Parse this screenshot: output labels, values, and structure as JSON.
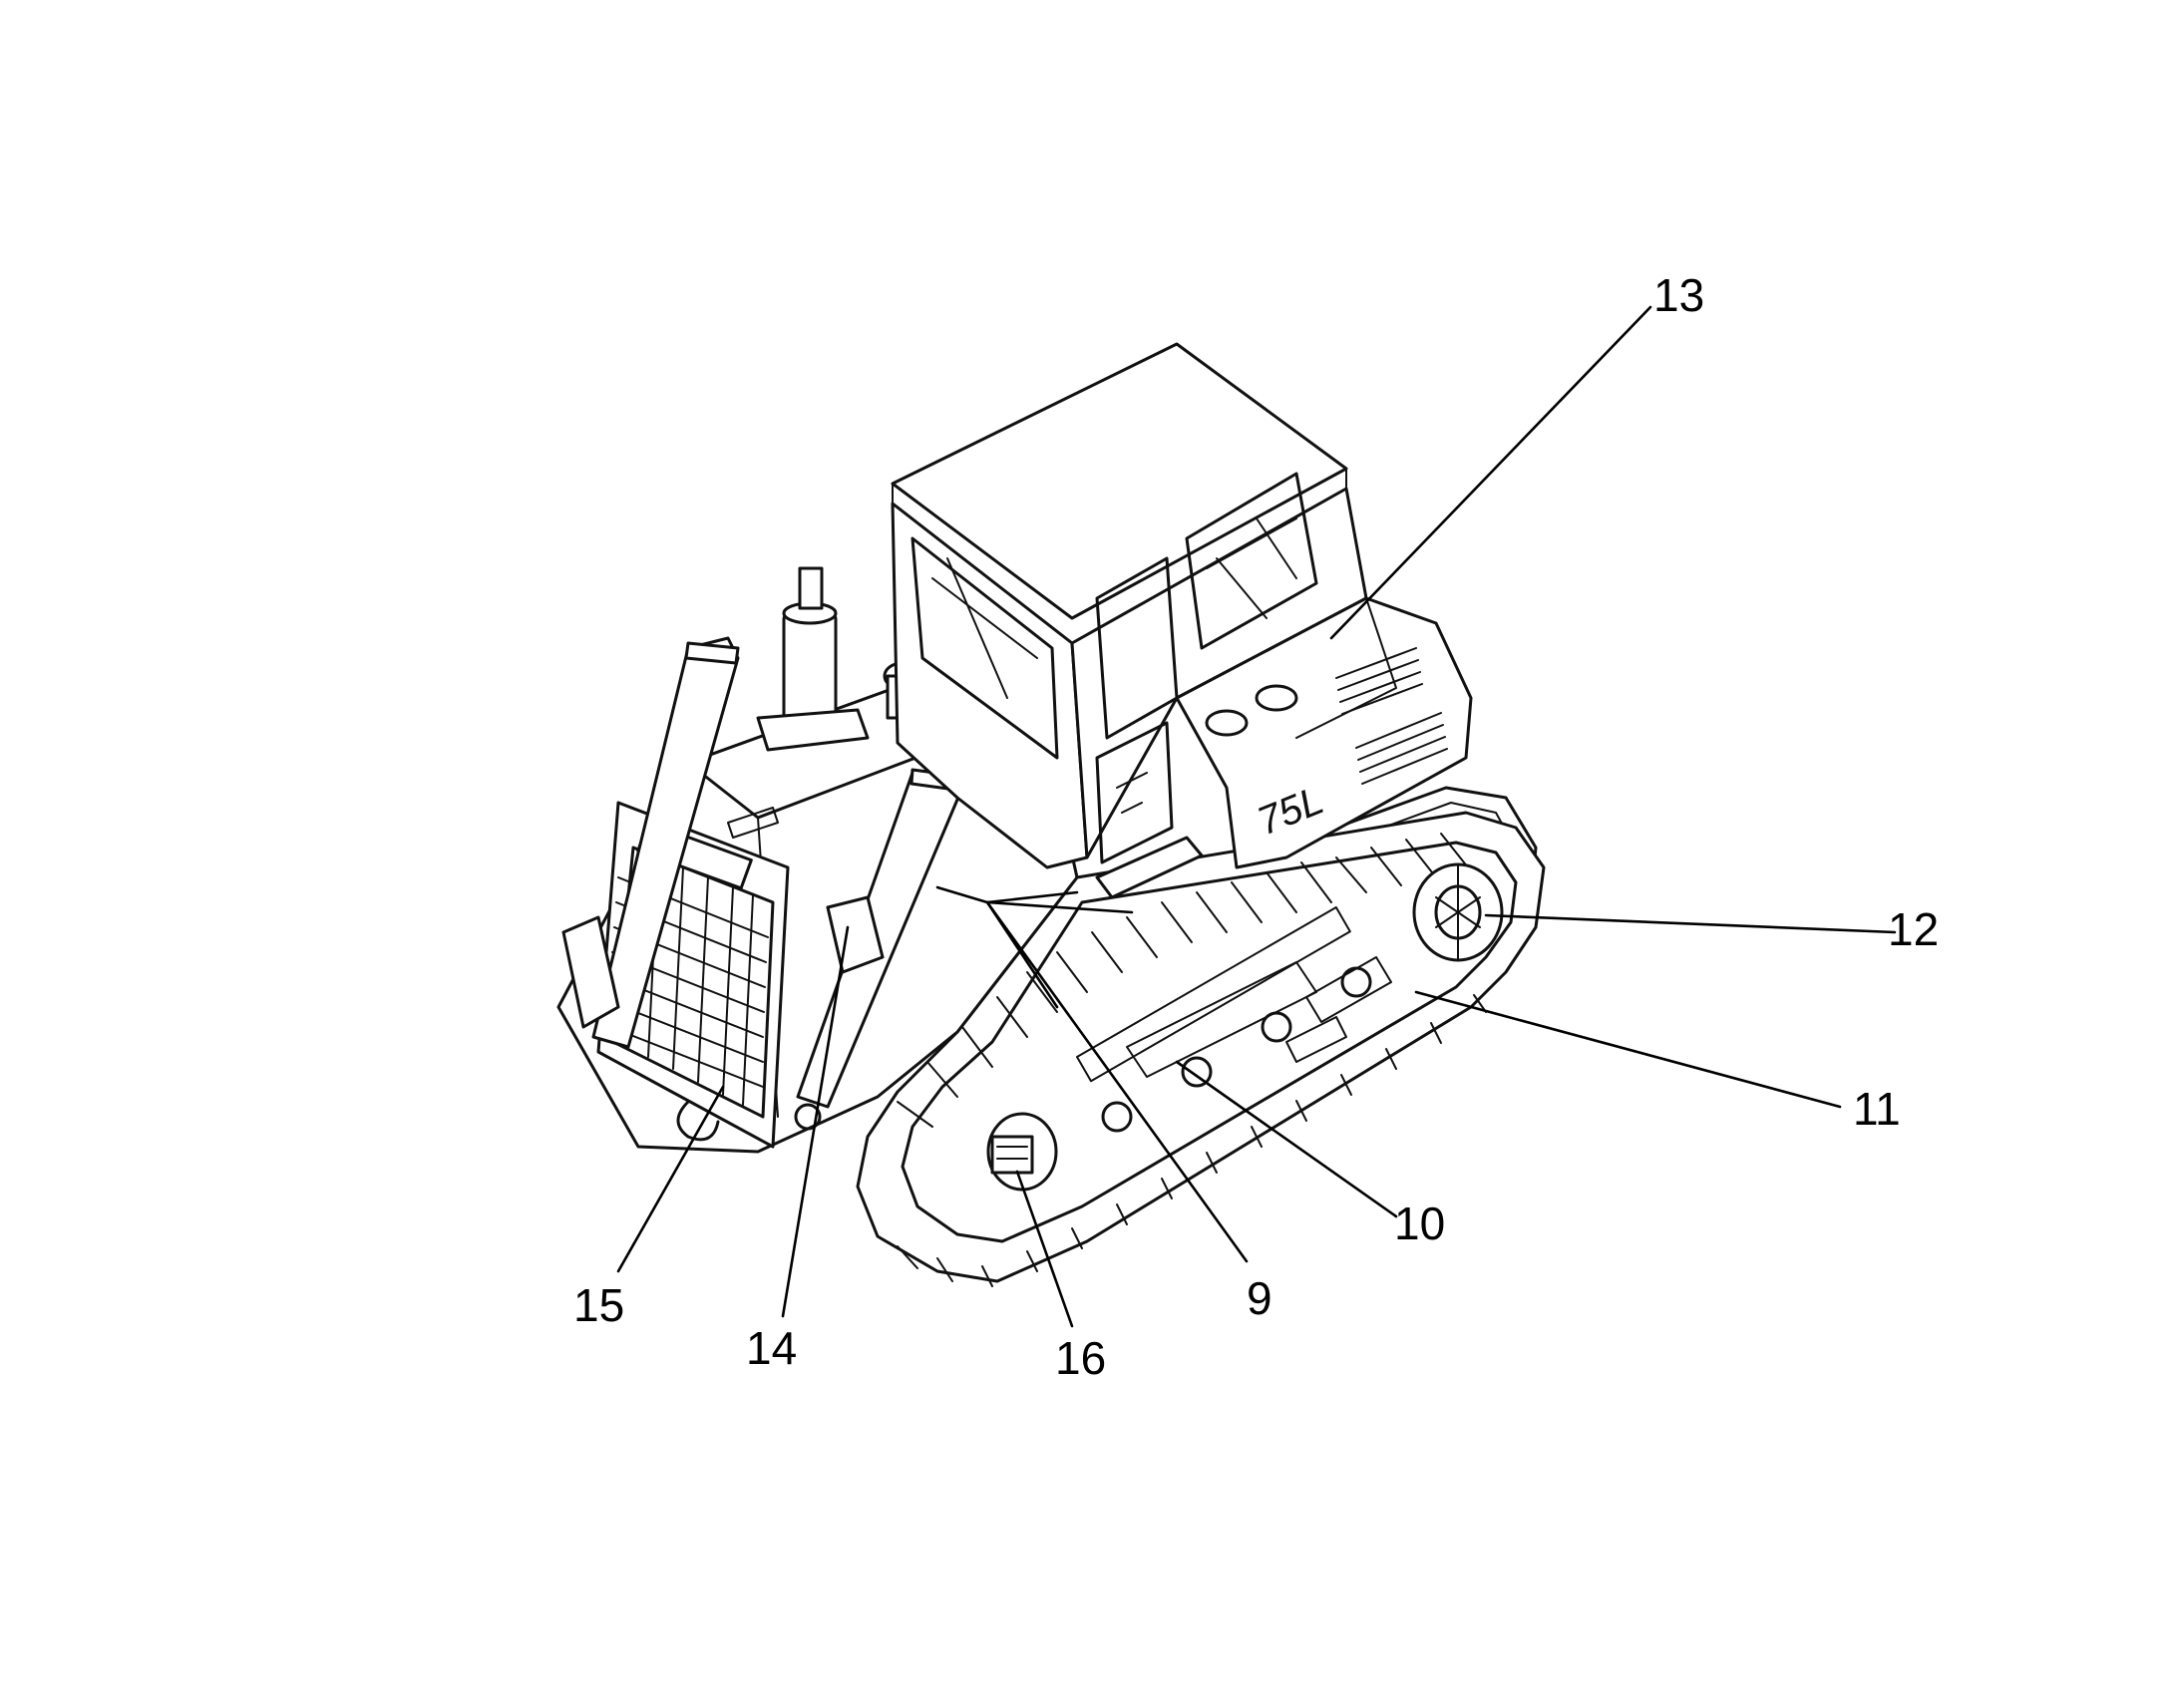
{
  "figure": {
    "subject": "crawler-dozer-isometric",
    "callouts": [
      {
        "id": "c9",
        "label": "9"
      },
      {
        "id": "c10",
        "label": "10"
      },
      {
        "id": "c11",
        "label": "11"
      },
      {
        "id": "c12",
        "label": "12"
      },
      {
        "id": "c13",
        "label": "13"
      },
      {
        "id": "c14",
        "label": "14"
      },
      {
        "id": "c15",
        "label": "15"
      },
      {
        "id": "c16",
        "label": "16"
      }
    ],
    "decal_text": "75L",
    "colors": {
      "ink": "#111111",
      "paper": "#ffffff"
    }
  }
}
